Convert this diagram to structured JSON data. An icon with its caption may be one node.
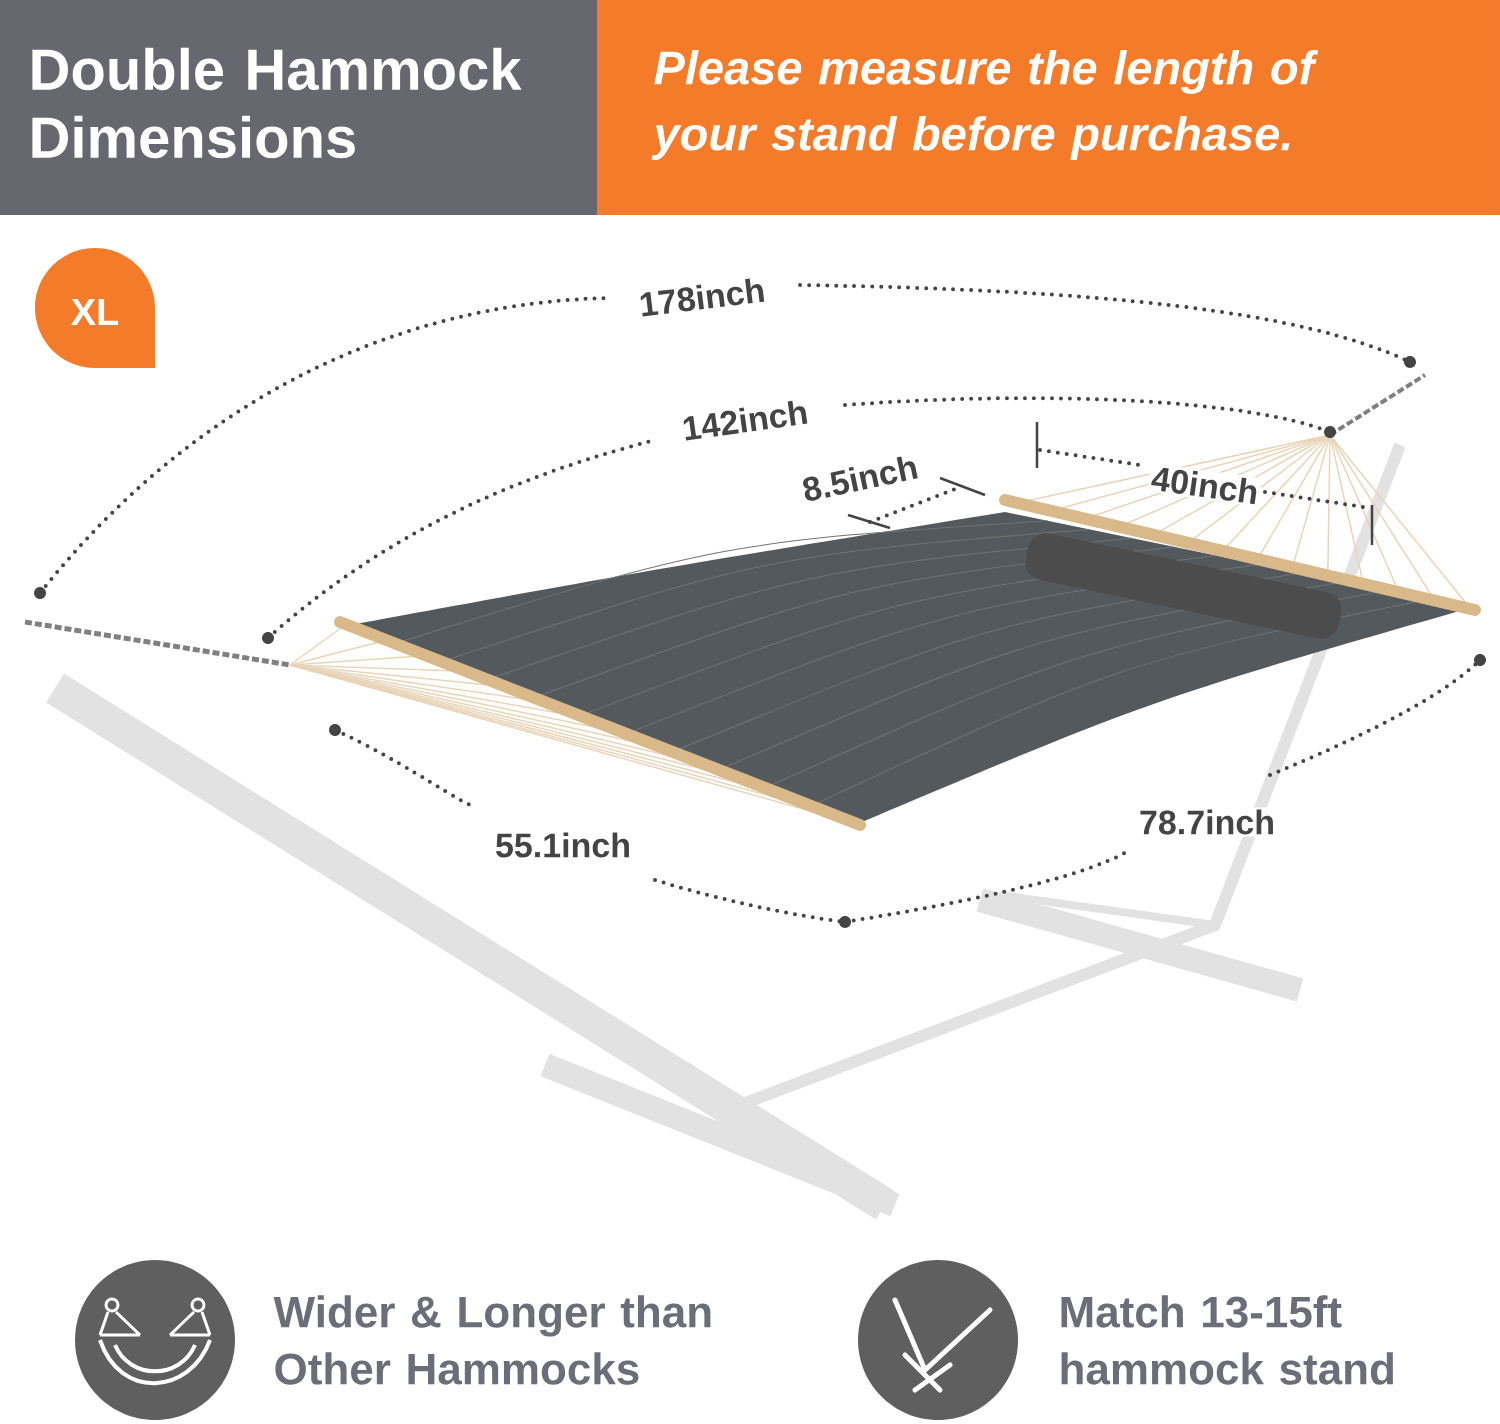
{
  "diagram": {
    "title": "Double Hammock Dimensions",
    "nodes": [
      {
        "text": [
          "XL"
        ]
      }
    ],
    "labels": [
      "Please measure the length of your stand before purchase.",
      "178inch",
      "142inch",
      "8.5inch",
      "40inch",
      "55.1inch",
      "78.7inch",
      "Wider & Longer than Other Hammocks",
      "Match 13-15ft hammock stand"
    ]
  }
}
